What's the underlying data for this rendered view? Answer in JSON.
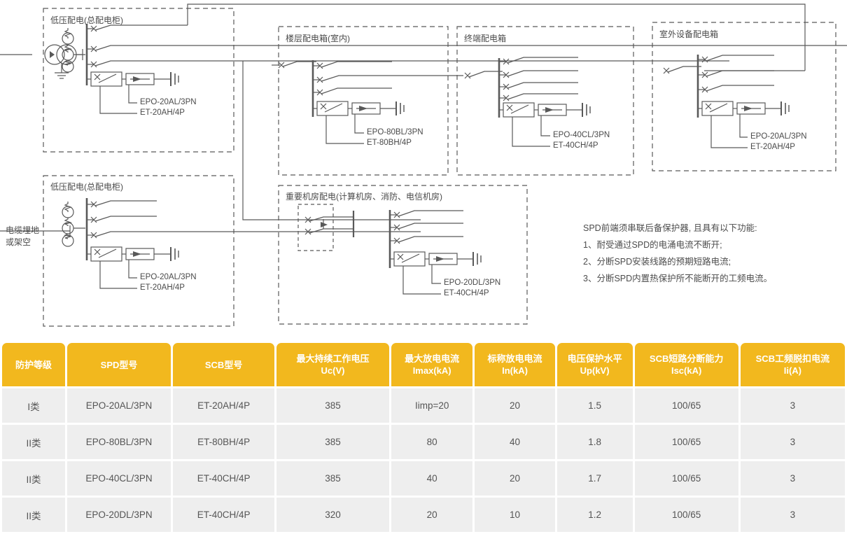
{
  "diagram": {
    "entry_label_line1": "电缆埋地",
    "entry_label_line2": "或架空",
    "panels": [
      {
        "id": "lv-main-top",
        "title": "低压配电(总配电柜)",
        "scb_label": "ET-20AH/4P",
        "spd_label": "EPO-20AL/3PN"
      },
      {
        "id": "floor-box-indoor",
        "title": "楼层配电箱(室内)",
        "scb_label": "ET-80BH/4P",
        "spd_label": "EPO-80BL/3PN"
      },
      {
        "id": "terminal-box",
        "title": "终端配电箱",
        "scb_label": "ET-40CH/4P",
        "spd_label": "EPO-40CL/3PN"
      },
      {
        "id": "outdoor-equipment-box",
        "title": "室外设备配电箱",
        "scb_label": "ET-20AH/4P",
        "spd_label": "EPO-20AL/3PN"
      },
      {
        "id": "lv-main-bottom",
        "title": "低压配电(总配电柜)",
        "scb_label": "ET-20AH/4P",
        "spd_label": "EPO-20AL/3PN"
      },
      {
        "id": "critical-room",
        "title": "重要机房配电(计算机房、消防、电信机房)",
        "scb_label": "ET-40CH/4P",
        "spd_label": "EPO-20DL/3PN"
      }
    ]
  },
  "notes": {
    "heading": "SPD前端须串联后备保护器, 且具有以下功能:",
    "items": [
      "1、耐受通过SPD的电涌电流不断开;",
      "2、分断SPD安装线路的预期短路电流;",
      "3、分断SPD内置热保护所不能断开的工频电流。"
    ]
  },
  "table": {
    "headers": [
      {
        "line1": "防护等级",
        "line2": ""
      },
      {
        "line1": "SPD型号",
        "line2": ""
      },
      {
        "line1": "SCB型号",
        "line2": ""
      },
      {
        "line1": "最大持续工作电压",
        "line2": "Uc(V)"
      },
      {
        "line1": "最大放电电流",
        "line2": "Imax(kA)"
      },
      {
        "line1": "标称放电电流",
        "line2": "In(kA)"
      },
      {
        "line1": "电压保护水平",
        "line2": "Up(kV)"
      },
      {
        "line1": "SCB短路分断能力",
        "line2": "Isc(kA)"
      },
      {
        "line1": "SCB工频脱扣电流",
        "line2": "Ii(A)"
      }
    ],
    "rows": [
      [
        "I类",
        "EPO-20AL/3PN",
        "ET-20AH/4P",
        "385",
        "Iimp=20",
        "20",
        "1.5",
        "100/65",
        "3"
      ],
      [
        "II类",
        "EPO-80BL/3PN",
        "ET-80BH/4P",
        "385",
        "80",
        "40",
        "1.8",
        "100/65",
        "3"
      ],
      [
        "II类",
        "EPO-40CL/3PN",
        "ET-40CH/4P",
        "385",
        "40",
        "20",
        "1.7",
        "100/65",
        "3"
      ],
      [
        "II类",
        "EPO-20DL/3PN",
        "ET-40CH/4P",
        "320",
        "20",
        "10",
        "1.2",
        "100/65",
        "3"
      ]
    ]
  },
  "colors": {
    "header_bg": "#f2b81e",
    "cell_bg": "#eeeeee",
    "line": "#595959",
    "text": "#4a4a4a"
  }
}
